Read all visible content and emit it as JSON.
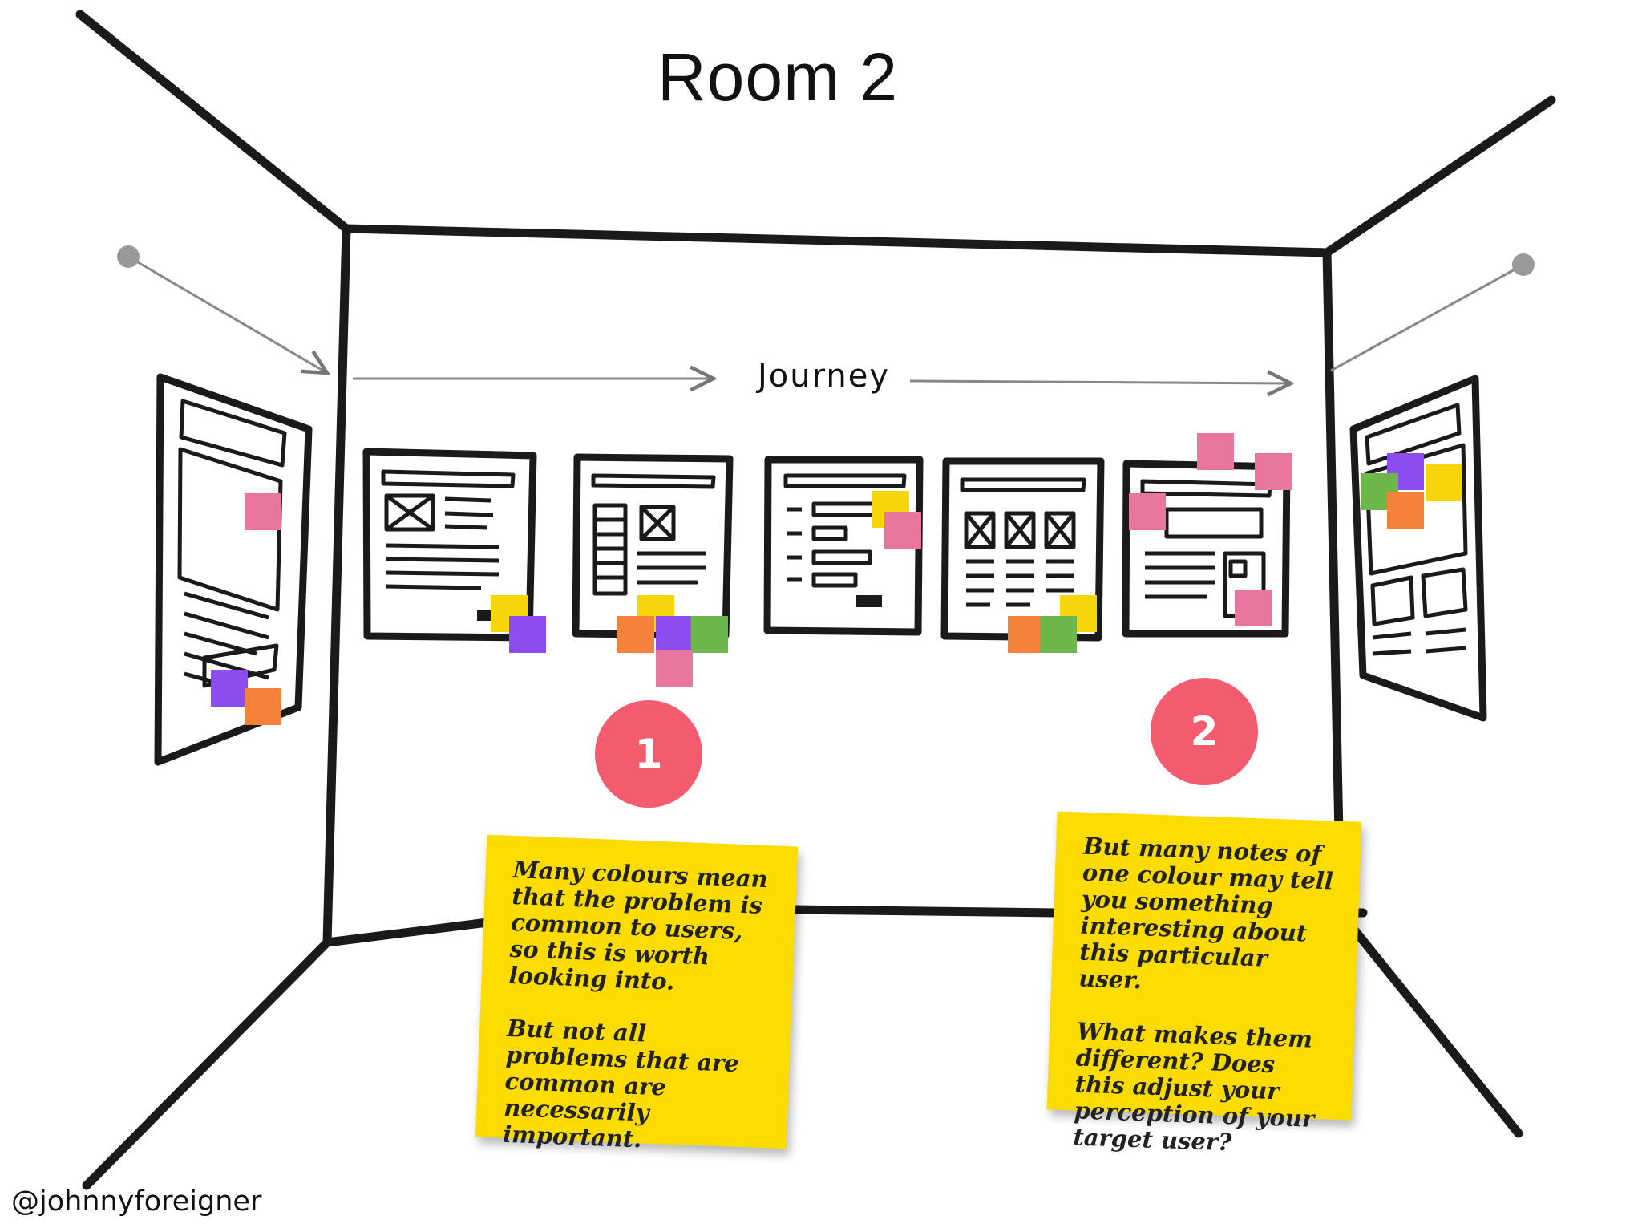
{
  "title": "Room 2",
  "journey_label": "Journey",
  "credit": "@johnnyforeigner",
  "badges": [
    {
      "number": "1"
    },
    {
      "number": "2"
    }
  ],
  "notes": [
    {
      "paragraph_1": "Many colours mean that the problem is common to users, so this is worth looking into.",
      "paragraph_2": "But not all problems that are common are necessarily important."
    },
    {
      "paragraph_1": "But many notes of one colour may tell you something interesting about this particular user.",
      "paragraph_2": "What makes them different? Does this adjust your perception of your target user?"
    }
  ],
  "colors": {
    "yellow": "#f6d60a",
    "purple": "#8c4cf0",
    "pink": "#e8769e",
    "orange": "#f4823a",
    "green": "#6cb64a",
    "badge": "#f25c6e",
    "note": "#fbdb00",
    "line": "#1a1a1a"
  }
}
